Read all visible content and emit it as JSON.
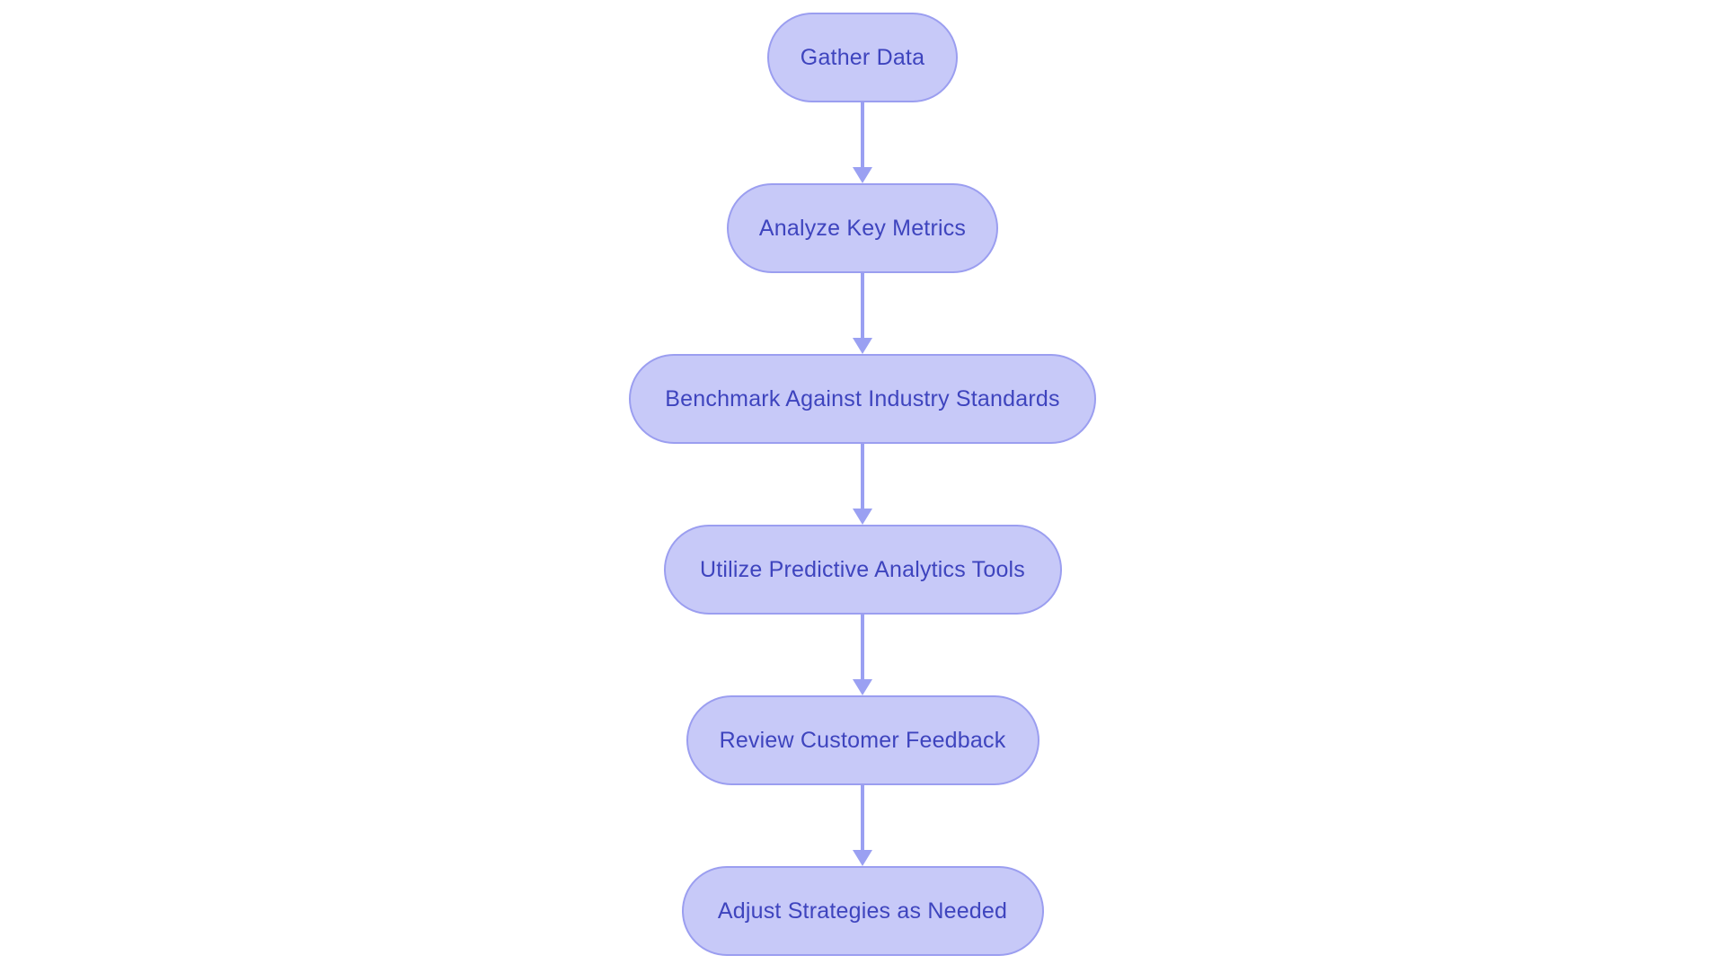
{
  "diagram": {
    "type": "flowchart",
    "direction": "top-down",
    "background_color": "#ffffff",
    "node_fill_color": "#c7c9f8",
    "node_border_color": "#9b9ef0",
    "node_text_color": "#3e44be",
    "arrow_color": "#9aa0f2",
    "nodes": [
      {
        "id": "1",
        "label": "Gather Data"
      },
      {
        "id": "2",
        "label": "Analyze Key Metrics"
      },
      {
        "id": "3",
        "label": "Benchmark Against Industry Standards"
      },
      {
        "id": "4",
        "label": "Utilize Predictive Analytics Tools"
      },
      {
        "id": "5",
        "label": "Review Customer Feedback"
      },
      {
        "id": "6",
        "label": "Adjust Strategies as Needed"
      }
    ],
    "edges": [
      {
        "from": "1",
        "to": "2"
      },
      {
        "from": "2",
        "to": "3"
      },
      {
        "from": "3",
        "to": "4"
      },
      {
        "from": "4",
        "to": "5"
      },
      {
        "from": "5",
        "to": "6"
      }
    ]
  }
}
